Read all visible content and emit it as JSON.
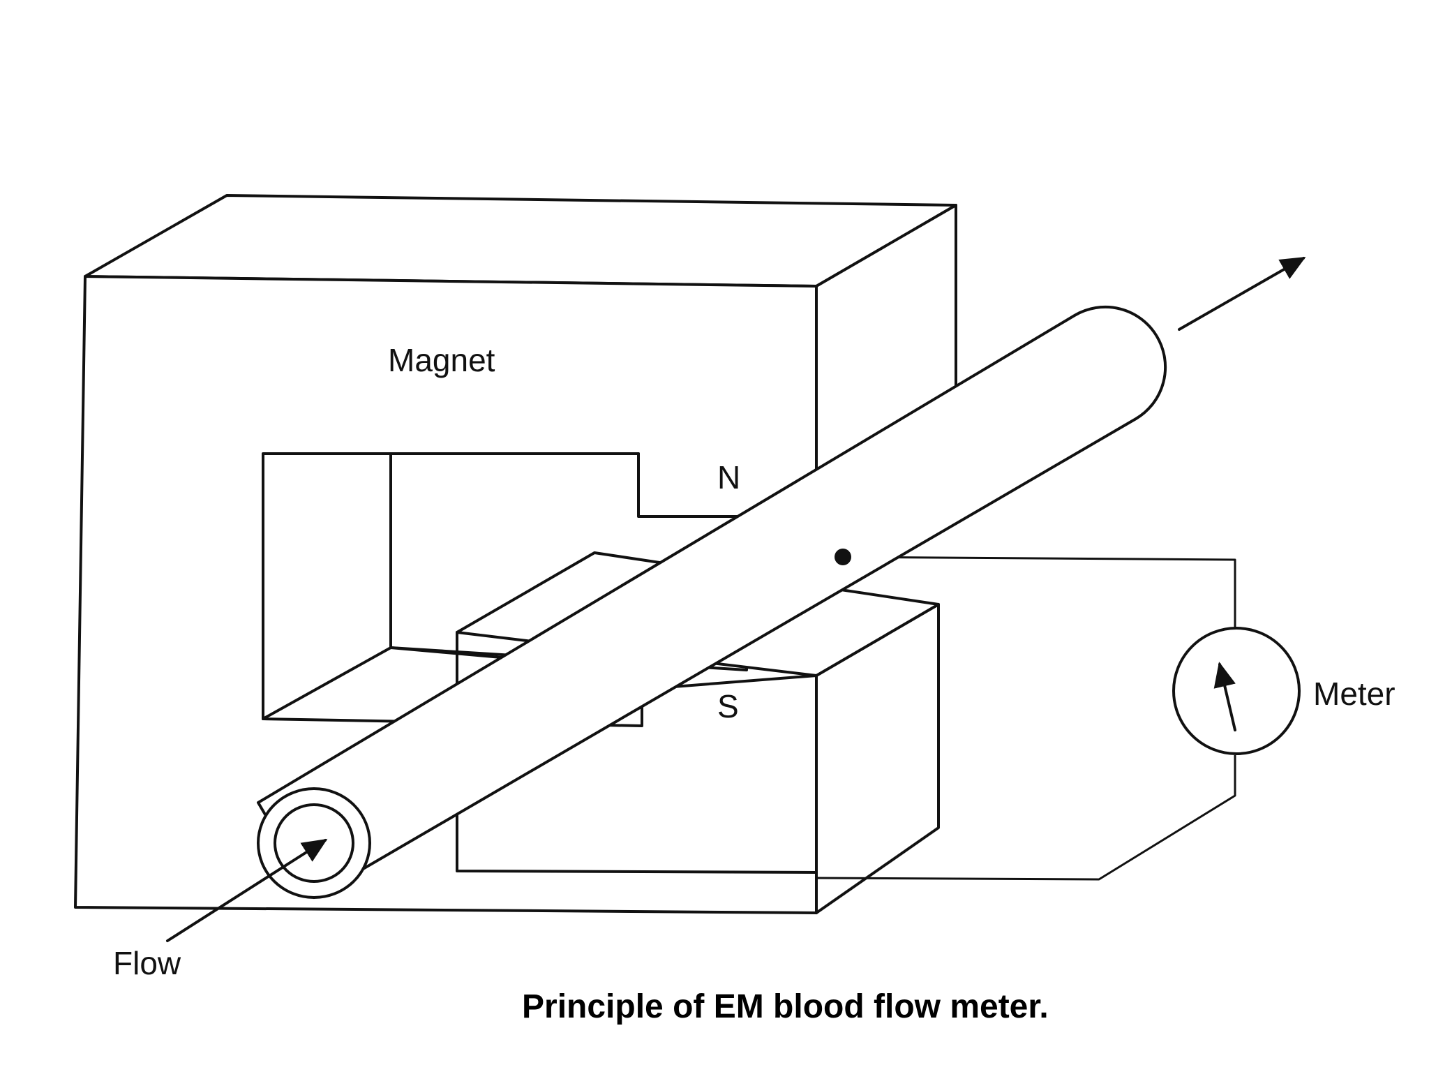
{
  "labels": {
    "magnet": "Magnet",
    "north": "N",
    "south": "S",
    "meter": "Meter",
    "flow": "Flow"
  },
  "caption": "Principle of EM blood flow meter.",
  "colors": {
    "background": "#ffffff",
    "ink": "#111111"
  }
}
